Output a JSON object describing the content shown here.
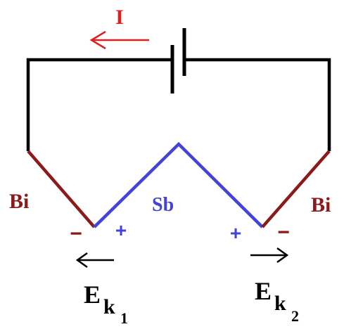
{
  "colors": {
    "wire": "#000000",
    "bismuth": "#8b1a1a",
    "antimony": "#4343d8",
    "current": "#e02020",
    "arrow": "#000000"
  },
  "labels": {
    "current": "I",
    "left_metal": "Bi",
    "middle_metal": "Sb",
    "right_metal": "Bi",
    "left_junction_minus": "−",
    "left_junction_plus": "+",
    "right_junction_plus": "+",
    "right_junction_minus": "−",
    "emf_left_main": "E",
    "emf_left_sub": "k",
    "emf_left_index": "1",
    "emf_right_main": "E",
    "emf_right_sub": "k",
    "emf_right_index": "2"
  },
  "icons": {
    "battery": "battery-icon",
    "current_arrow": "arrow-left-icon",
    "emf_left_arrow": "arrow-left-icon",
    "emf_right_arrow": "arrow-right-icon"
  }
}
